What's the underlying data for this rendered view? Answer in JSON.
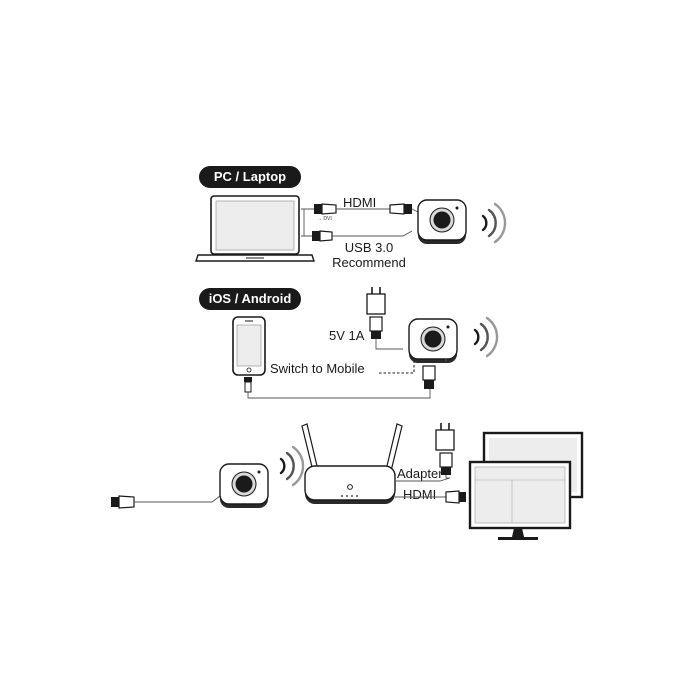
{
  "sections": {
    "pc": {
      "title": "PC / Laptop",
      "hdmi": "HDMI",
      "usb_line1": "USB 3.0",
      "usb_line2": "Recommend",
      "tiny_mark": "→ DVI"
    },
    "mobile": {
      "title": "iOS / Android",
      "power": "5V 1A",
      "switch": "Switch to Mobile"
    },
    "receiver": {
      "adapter": "Adapter",
      "hdmi": "HDMI"
    }
  },
  "icons": [
    "laptop-icon",
    "smartphone-icon",
    "router-icon",
    "monitor-icon",
    "wifi-signal-icon",
    "power-adapter-icon",
    "usb-plug-icon",
    "hdmi-plug-icon",
    "transmitter-button-icon"
  ],
  "colors": {
    "ink": "#1a1a1a",
    "line": "#555555",
    "screen": "#e8e8e8",
    "device": "#2a2a2a",
    "button_ring": "#d9d9d9"
  }
}
